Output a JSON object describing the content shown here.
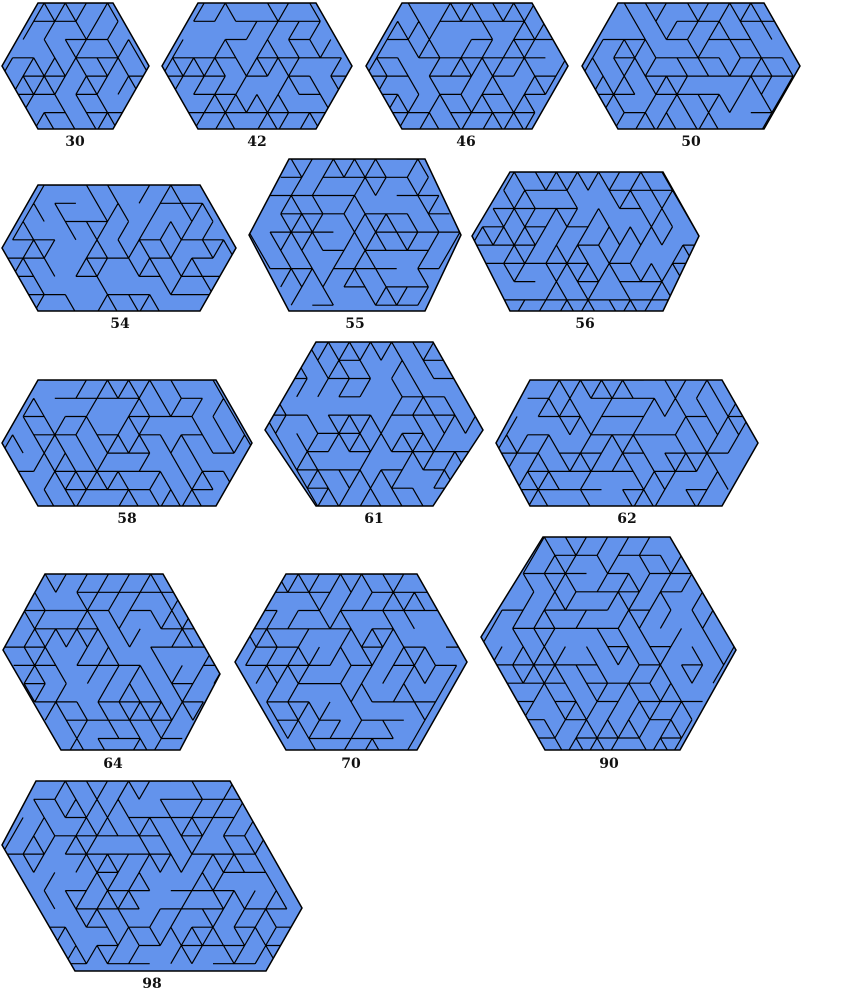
{
  "colors": {
    "fill": "#6393ec",
    "stroke": "#000000",
    "background": "#ffffff"
  },
  "tilings": [
    {
      "label": "30",
      "shape": "hexagon-pointy-sides"
    },
    {
      "label": "42",
      "shape": "hexagon-pointy-sides"
    },
    {
      "label": "46",
      "shape": "hexagon-pointy-sides"
    },
    {
      "label": "50",
      "shape": "hexagon-pointy-sides"
    },
    {
      "label": "54",
      "shape": "hexagon-pointy-sides"
    },
    {
      "label": "55",
      "shape": "hexagon-pointy-sides"
    },
    {
      "label": "56",
      "shape": "hexagon-pointy-sides"
    },
    {
      "label": "58",
      "shape": "hexagon-pointy-sides"
    },
    {
      "label": "61",
      "shape": "hexagon-pointy-sides"
    },
    {
      "label": "62",
      "shape": "hexagon-pointy-sides"
    },
    {
      "label": "64",
      "shape": "hexagon-pointy-sides"
    },
    {
      "label": "70",
      "shape": "hexagon-pointy-sides"
    },
    {
      "label": "90",
      "shape": "hexagon-pointy-sides"
    },
    {
      "label": "98",
      "shape": "hexagon-slanted"
    }
  ]
}
